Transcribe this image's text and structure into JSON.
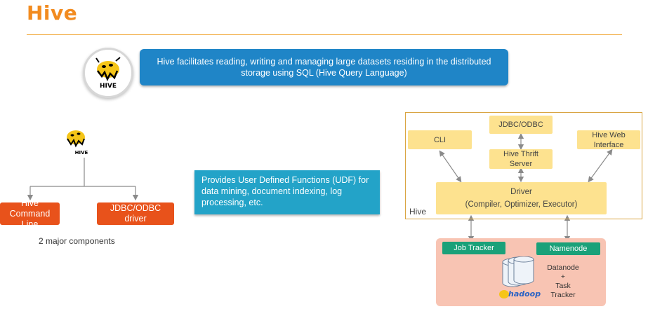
{
  "slide": {
    "title": "Hive"
  },
  "banner": {
    "text": "Hive facilitates reading, writing and managing large datasets residing in the distributed storage using SQL (Hive Query Language)"
  },
  "components": {
    "left_label": "Hive Command Line",
    "right_label": "JDBC/ODBC driver",
    "caption": "2 major components"
  },
  "udf": {
    "text": "Provides User Defined Functions (UDF) for data mining, document indexing, log processing, etc."
  },
  "architecture": {
    "jdbc_odbc": "JDBC/ODBC",
    "cli": "CLI",
    "hive_web_interface": "Hive Web Interface",
    "hive_thrift_server": "Hive Thrift Server",
    "driver_title": "Driver",
    "driver_subtitle": "(Compiler, Optimizer, Executor)",
    "frame_label": "Hive"
  },
  "hadoop": {
    "job_tracker": "Job Tracker",
    "namenode": "Namenode",
    "datanode_line1": "Datanode",
    "datanode_line2": "+",
    "datanode_line3": "Task",
    "datanode_line4": "Tracker"
  },
  "logos": {
    "hive_logo_text": "HIVE",
    "hadoop_logo_text": "hadoop"
  },
  "colors": {
    "title": "#f28b1f",
    "banner": "#1f85c7",
    "component_box": "#e8521b",
    "udf_box": "#23a3c8",
    "arch_box": "#fde28f",
    "hadoop_panel": "#f8c4b3",
    "tracker_box": "#1aa179"
  }
}
